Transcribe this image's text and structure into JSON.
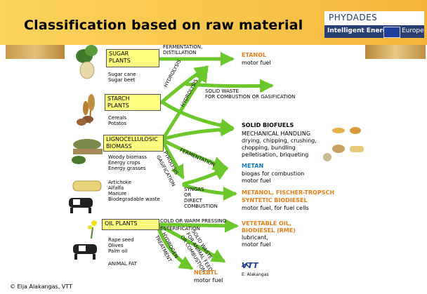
{
  "header": {
    "title": "Classification based on raw material",
    "logo": {
      "name": "PHYDADES",
      "tagline": "Intelligent Energy",
      "region": "Europe"
    }
  },
  "sources": {
    "sugar": {
      "label1": "SUGAR",
      "label2": "PLANTS",
      "examples": [
        "Sugar cane",
        "Sugar beet"
      ]
    },
    "starch": {
      "label1": "STARCH",
      "label2": "PLANTS",
      "examples": [
        "Cereals",
        "Potatos"
      ]
    },
    "ligno": {
      "label1": "LIGNOCELLULOSIC",
      "label2": "BIOMASS",
      "examples": [
        "Woody biomass",
        "Energy crops",
        "Energy grasses"
      ],
      "examples2": [
        "Artichoke",
        "Alfalfa",
        "Manure",
        "Biodegradable waste"
      ]
    },
    "oil": {
      "label": "OIL PLANTS",
      "examples": [
        "Rape seed",
        "Olives",
        "Palm oil"
      ],
      "extra": "ANIMAL FAT"
    }
  },
  "processes": {
    "ferm_dist1": "FERMENTATION,",
    "ferm_dist2": "DISTILLATION",
    "hydrolysis_a": "HYDROLYSIS",
    "hydrolysis_b": "HYDROLYSIS",
    "fermentation": "FERMENTATION",
    "pyrolysis": "PYROLYSIS",
    "gasification": "GASIFICATION",
    "syngas": [
      "SYNGAS",
      "OR",
      "DIRECT",
      "COMBUSTION"
    ],
    "cold_warm": "COLD OR WARM PRESSING",
    "esterification": "ESTERIFICATION",
    "hydrogen": "HYDROGEN",
    "treatment": "TREATMENT",
    "solid_waste_top": [
      "SOLID WASTE",
      "FOR COMBUSTION OR GASIFICATION"
    ],
    "solid_waste_oil": [
      "SOLID WASTE",
      "FOR ANIMAL FEED",
      "OR COMBUSTION"
    ]
  },
  "products": {
    "etanol": {
      "name": "ETANOL",
      "use": "motor fuel"
    },
    "solid": {
      "name": "SOLID BIOFUELS",
      "lines": [
        "MECHANICAL HANDLING",
        "drying, chipping, crushing,",
        "chopping, bundling",
        "pelletisation, briqueting"
      ]
    },
    "metan": {
      "name": "METAN",
      "lines": [
        "biogas for combustion",
        "motor fuel"
      ]
    },
    "methanol": {
      "line1": "METANOL, FISCHER-TROPSCH",
      "line2": "SYNTETIC BIODIESEL",
      "use": "motor fuel, for fuel cells"
    },
    "veg": {
      "line1": "VETETABLE OIL,",
      "line2": "BIODIESEL (RME)",
      "use1": "lubricant,",
      "use2": "motor fuel"
    },
    "nexbtl": {
      "name": "NExBTL",
      "use": "motor fuel"
    }
  },
  "brand": {
    "vtt": "VTT",
    "author": "E. Alakangas"
  },
  "footer": "© Eija Alakangas, VTT",
  "colors": {
    "arrow": "#6cc72a",
    "orange": "#e67e17",
    "blue": "#1878c9",
    "box": "#ffff80",
    "header": "#f8c44a"
  }
}
